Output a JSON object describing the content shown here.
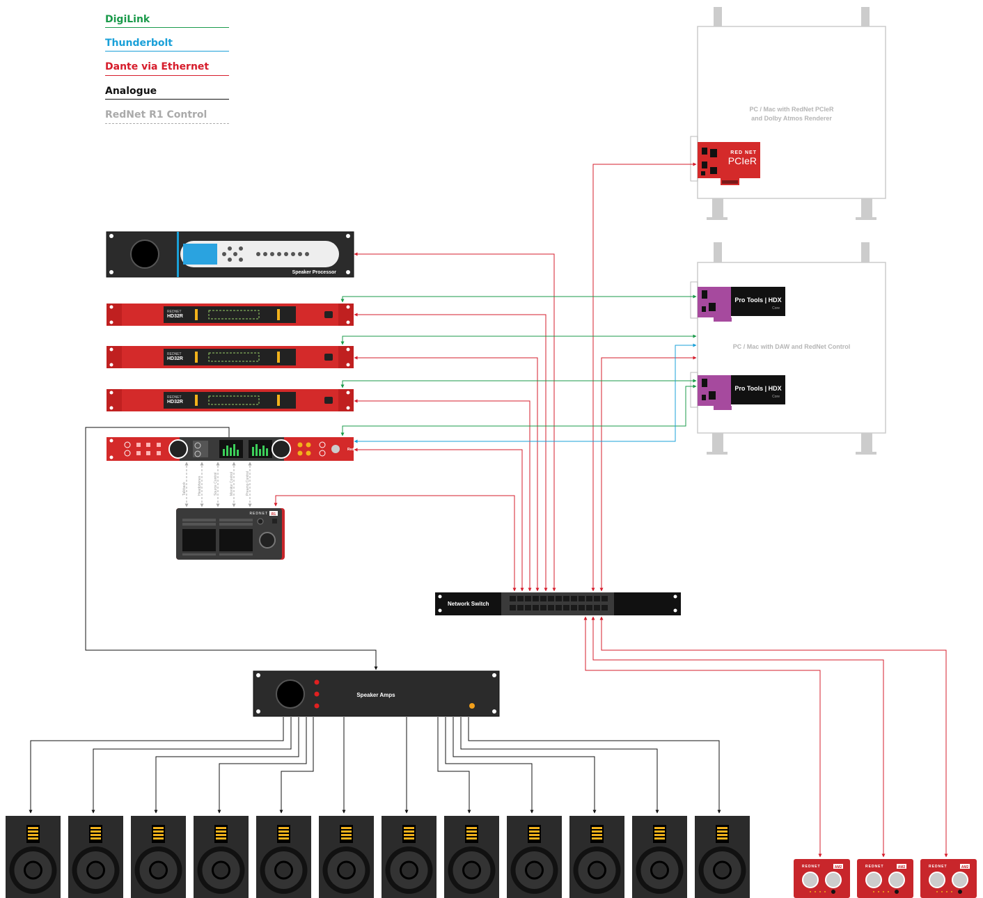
{
  "legend": [
    {
      "label": "DigiLink",
      "color": "#1a9a4a",
      "style": "solid"
    },
    {
      "label": "Thunderbolt",
      "color": "#1aa0d8",
      "style": "solid"
    },
    {
      "label": "Dante via Ethernet",
      "color": "#d61c2b",
      "style": "solid"
    },
    {
      "label": "Analogue",
      "color": "#111111",
      "style": "solid"
    },
    {
      "label": "RedNet R1 Control",
      "color": "#aaaaaa",
      "style": "dashed"
    }
  ],
  "devices": {
    "speaker_processor": "Speaker Processor",
    "network_switch": "Network Switch",
    "speaker_amps": "Speaker Amps",
    "pc_pcier_line1": "PC / Mac with RedNet PCIeR",
    "pc_pcier_line2": "and Dolby Atmos Renderer",
    "pc_daw": "PC / Mac with DAW and RedNet Control",
    "pcier_brand": "RED NET",
    "pcier_name": "PCIeR",
    "hdx_label": "Pro Tools | HDX",
    "hdx_sub": "Core",
    "hd32r_brand": "REDNET",
    "hd32r_model": "HD32R",
    "red_brand": "Red",
    "r1_brand": "REDNET",
    "r1_badge": "R1",
    "am2_brand": "REDNET",
    "am2_badge": "AM2"
  },
  "r1_controls": [
    "Talkback",
    "Headphones",
    "Source Control",
    "Monitor Control",
    "Preamp Control"
  ],
  "colors": {
    "digilink": "#1a9a4a",
    "thunderbolt": "#1aa0d8",
    "dante": "#d61c2b",
    "analogue": "#111111",
    "r1control": "#aaaaaa",
    "rednet_red": "#d42a2a",
    "hdx_purple": "#a64a9e",
    "speaker_body": "#2b2b2b",
    "speaker_amber": "#f2b21b"
  },
  "speaker_count": 12,
  "am2_count": 3
}
